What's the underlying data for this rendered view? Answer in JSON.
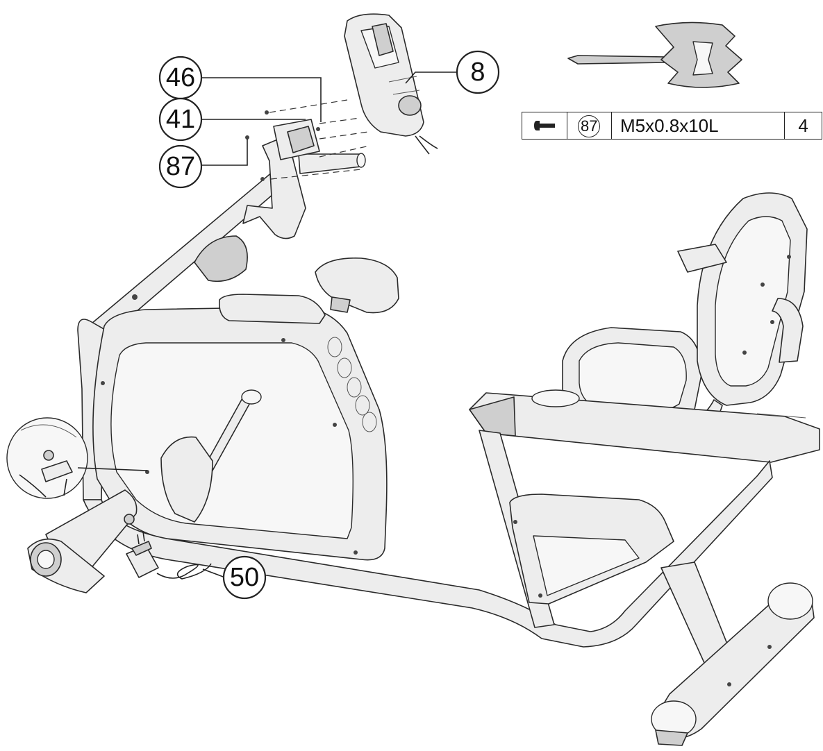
{
  "callouts": [
    {
      "label": "46"
    },
    {
      "label": "41"
    },
    {
      "label": "87"
    },
    {
      "label": "8"
    },
    {
      "label": "50"
    }
  ],
  "hardware_table": {
    "icon": "bolt-icon",
    "part_number": "87",
    "spec": "M5x0.8x10L",
    "quantity": "4"
  },
  "icons": {
    "tool": "wrench-screwdriver-icon",
    "bolt": "bolt-icon"
  }
}
